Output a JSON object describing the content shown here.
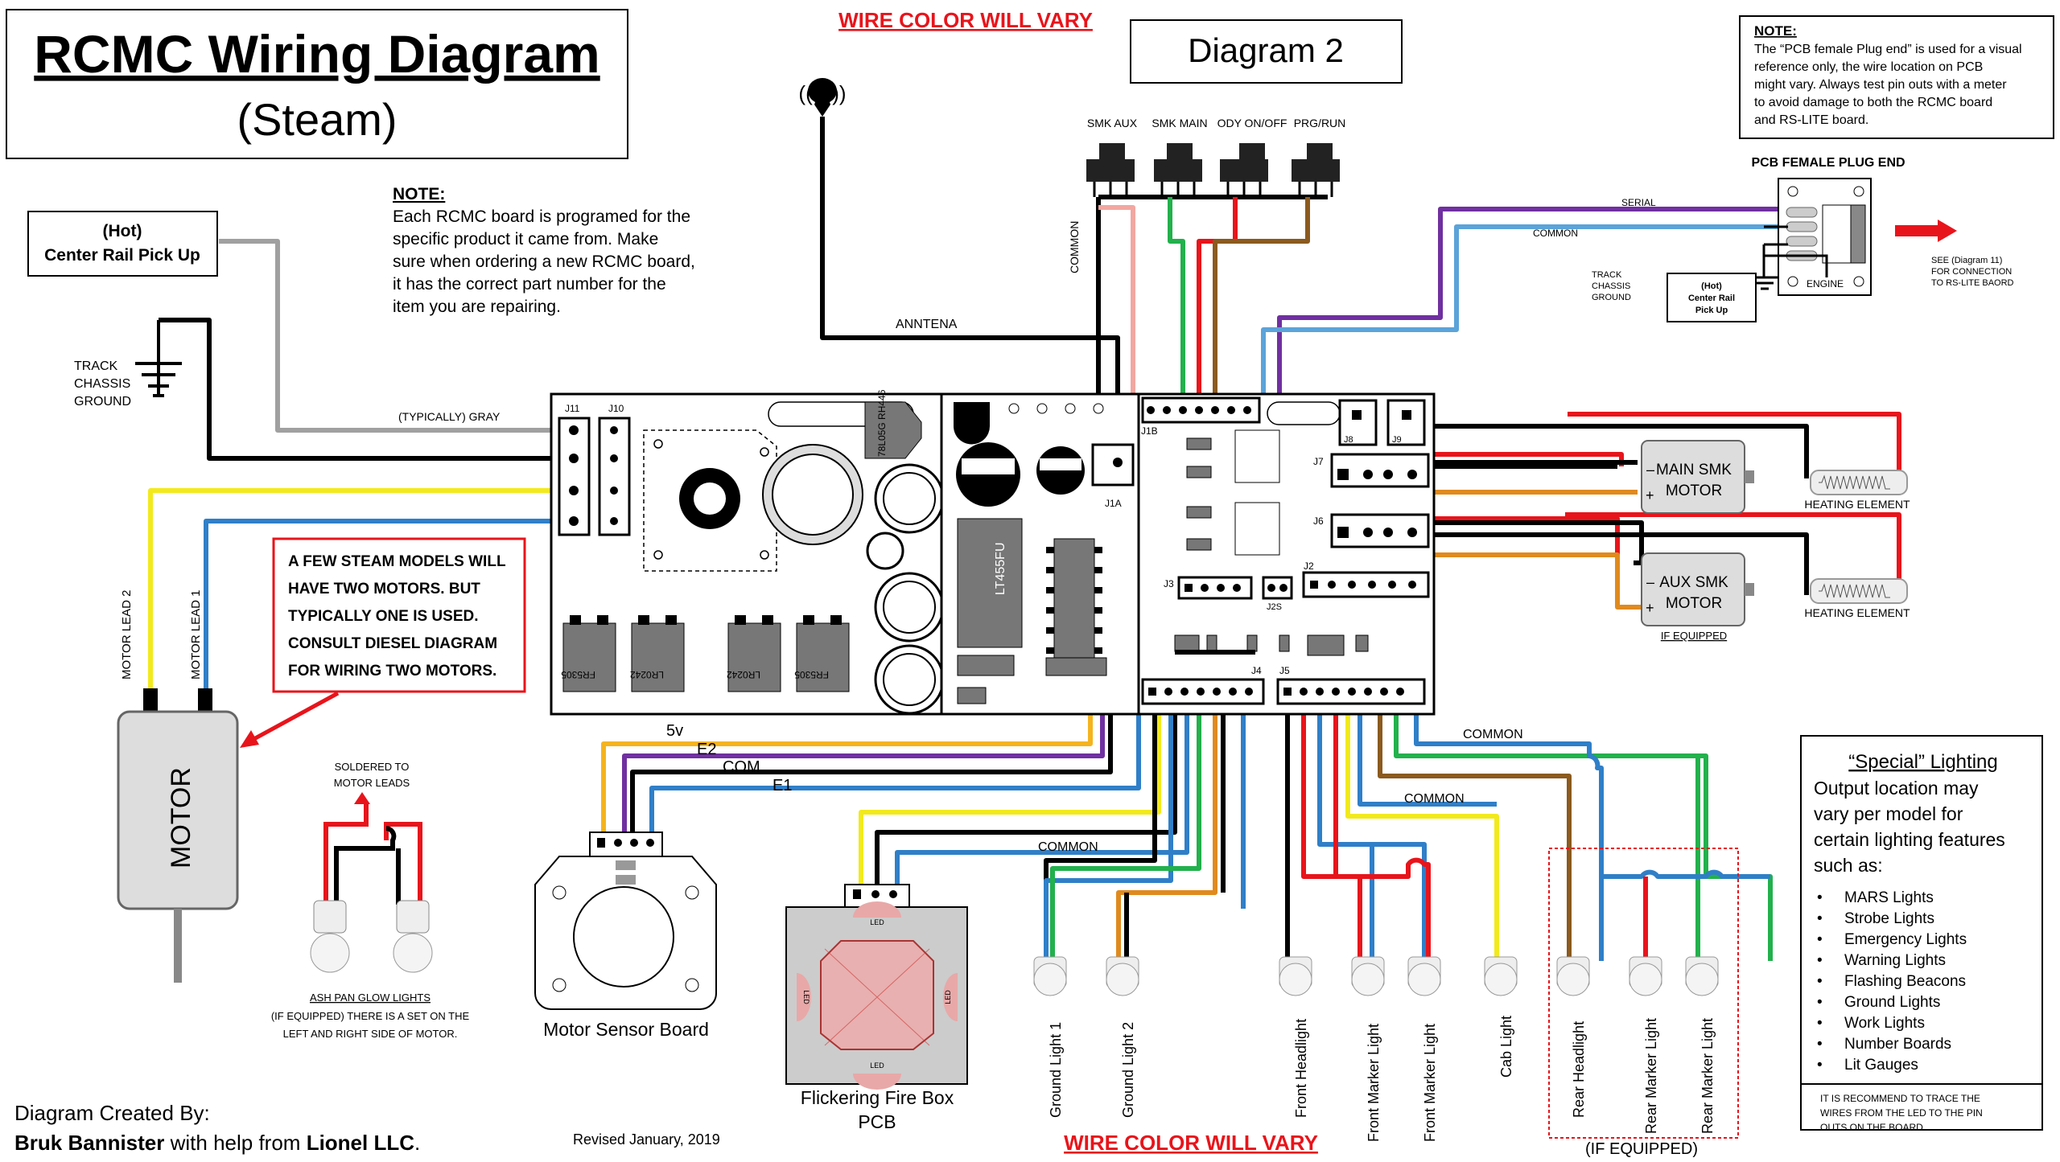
{
  "title": {
    "main": "RCMC Wiring Diagram",
    "sub": "(Steam)"
  },
  "diagram_label": "Diagram 2",
  "warning_top": "WIRE COLOR WILL VARY",
  "warning_bottom": "WIRE COLOR WILL VARY",
  "note_top_right": {
    "heading": "NOTE:",
    "lines": [
      "The “PCB female Plug end” is used for a visual",
      "reference only, the wire location on PCB",
      "might vary. Always test pin outs with a meter",
      "to avoid damage to both the RCMC board",
      "and RS-LITE board."
    ]
  },
  "note_center": {
    "heading": "NOTE:",
    "lines": [
      "Each RCMC board is programed for the",
      "specific product it came from. Make",
      "sure when ordering a new RCMC board,",
      "it has the correct part number for the",
      "item you are repairing."
    ]
  },
  "hot_box": {
    "line1": "(Hot)",
    "line2": "Center Rail Pick Up"
  },
  "track_ground": [
    "TRACK",
    "CHASSIS",
    "GROUND"
  ],
  "labels": {
    "typically_gray": "(TYPICALLY) GRAY",
    "antenna": "ANNTENA",
    "common_vertical": "COMMON",
    "serial": "SERIAL",
    "common_serial": "COMMON",
    "j11": "J11",
    "j10": "J10",
    "j1b": "J1B",
    "j1a": "J1A",
    "j8": "J8",
    "j9": "J9",
    "j7": "J7",
    "j6": "J6",
    "j3": "J3",
    "j2s": "J2S",
    "j2": "J2",
    "j4": "J4",
    "j5": "J5",
    "chip1": "78L05G RH446",
    "chip2": "LT455FU",
    "ic1": "FR5305",
    "ic2": "LR0242",
    "ic3": "LR0242",
    "ic4": "FR5305",
    "motor_lead_2": "MOTOR LEAD 2",
    "motor_lead_1": "MOTOR LEAD 1",
    "motor": "MOTOR",
    "wire_5v": "5v",
    "wire_e2": "E2",
    "wire_com": "COM",
    "wire_e1": "E1",
    "common_ground": "COMMON",
    "common_j5": "COMMON",
    "common_front": "COMMON",
    "soldered": [
      "SOLDERED TO",
      "MOTOR LEADS"
    ],
    "ash_pan": [
      "ASH PAN GLOW LIGHTS",
      "(IF EQUIPPED) THERE IS A SET ON THE",
      "LEFT AND RIGHT SIDE OF MOTOR."
    ],
    "motor_sensor": "Motor Sensor Board",
    "fire_box": [
      "Flickering Fire Box",
      "PCB"
    ],
    "led": "LED",
    "main_smk": [
      "MAIN SMK",
      "MOTOR"
    ],
    "aux_smk": [
      "AUX  SMK",
      "MOTOR"
    ],
    "if_equipped_small": "IF EQUIPPED",
    "heating_element": "HEATING ELEMENT",
    "pcb_plug_end": "PCB FEMALE PLUG END",
    "engine": "ENGINE",
    "see_diagram": [
      "SEE (Diagram 11)",
      "FOR CONNECTION",
      "TO RS-LITE BAORD"
    ],
    "track_chassis_small": [
      "TRACK",
      "CHASSIS",
      "GROUND"
    ],
    "hot_small": [
      "(Hot)",
      "Center Rail",
      "Pick Up"
    ],
    "if_equipped_bottom": "(IF EQUIPPED)",
    "revised": "Revised January, 2019",
    "created_by": "Diagram Created By:",
    "author": "Bruk Bannister",
    "with_help": " with help from ",
    "company": "Lionel LLC",
    "period": "."
  },
  "switches": [
    "SMK AUX",
    "SMK MAIN",
    "ODY ON/OFF",
    "PRG/RUN"
  ],
  "warning_box": [
    "A FEW STEAM MODELS WILL",
    "HAVE TWO MOTORS. BUT",
    "TYPICALLY ONE IS USED.",
    "CONSULT DIESEL DIAGRAM",
    "FOR WIRING TWO MOTORS."
  ],
  "lights": [
    "Ground Light 1",
    "Ground Light 2",
    "Front Headlight",
    "Front Marker Light",
    "Front Marker Light",
    "Cab Light",
    "Rear Headlight",
    "Rear Marker Light",
    "Rear Marker Light"
  ],
  "special_lighting": {
    "title": "“Special” Lighting",
    "intro": [
      "Output location may",
      "vary per model for",
      "certain lighting features",
      "such as:"
    ],
    "items": [
      "MARS Lights",
      "Strobe Lights",
      "Emergency Lights",
      "Warning Lights",
      "Flashing Beacons",
      "Ground Lights",
      "Work Lights",
      "Number Boards",
      "Lit Gauges"
    ],
    "footer": [
      "IT IS RECOMMEND TO TRACE THE",
      "WIRES FROM THE LED TO THE PIN",
      "OUTS ON THE BOARD"
    ]
  },
  "colors": {
    "red": "#e8141b",
    "blue": "#2f7fc8",
    "yellow": "#f2ea1c",
    "green": "#22b14c",
    "purple": "#7030a0",
    "orange": "#f5b41e",
    "brown": "#8b5a1e",
    "gray": "#a0a0a0",
    "pink": "#f2a7a0",
    "black": "#000000",
    "lightblue": "#5ba3d9",
    "warning": "#e8141b"
  }
}
